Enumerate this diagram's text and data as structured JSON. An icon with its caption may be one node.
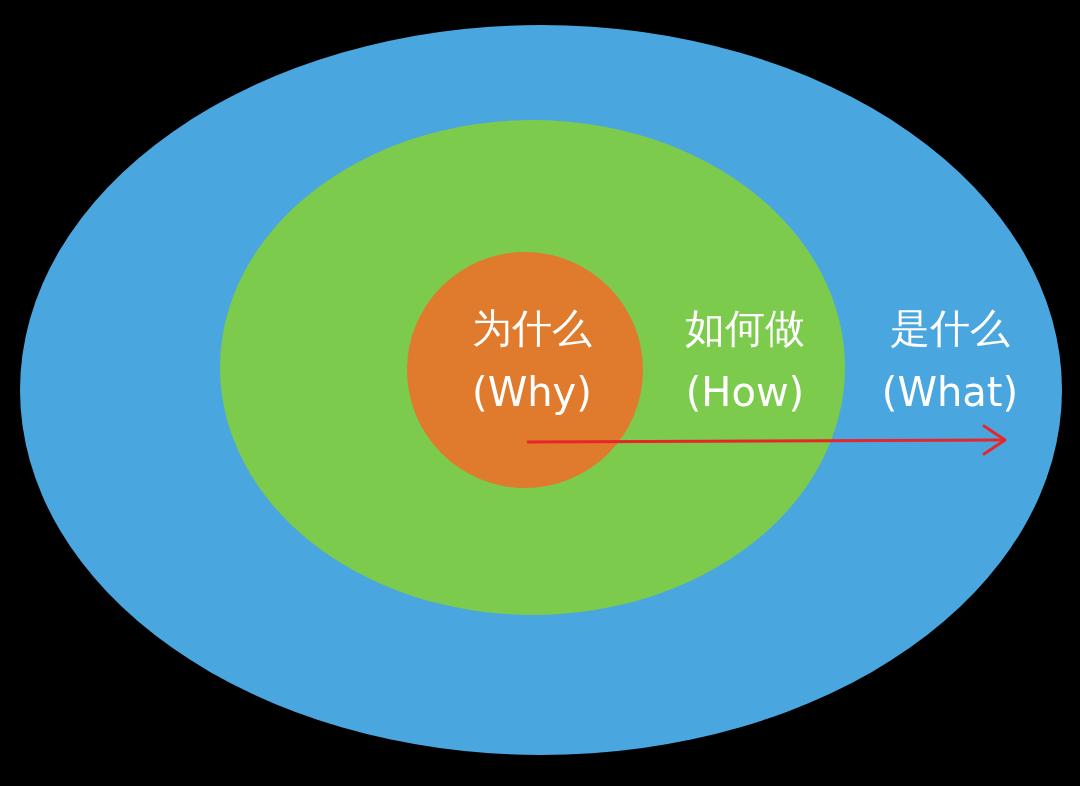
{
  "diagram": {
    "nodes": [
      {
        "text": [
          "是什么 (What)"
        ]
      },
      {
        "text": [
          "如何做 (How)"
        ],
        "in": 0
      },
      {
        "text": [
          "为什么 (Why)"
        ],
        "in": 1
      }
    ],
    "edges": []
  }
}
